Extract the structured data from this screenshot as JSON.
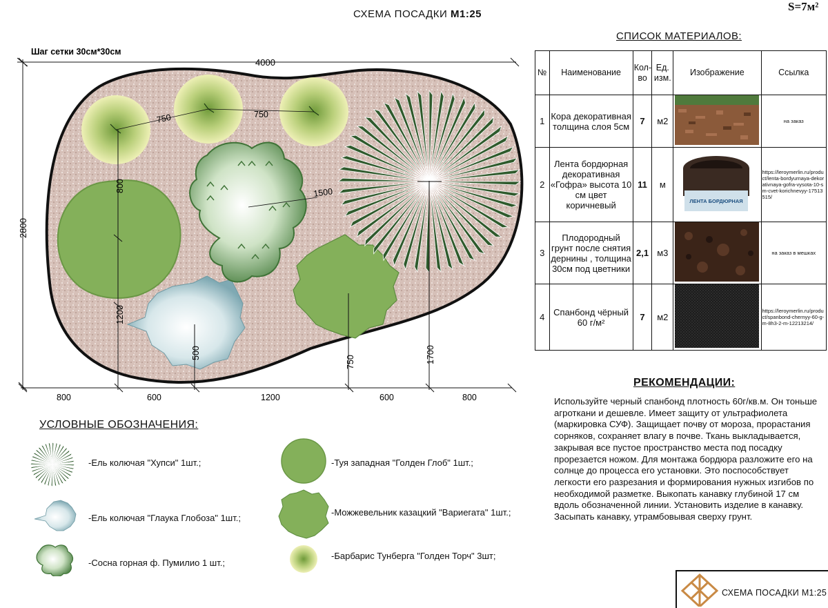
{
  "header": {
    "title_prefix": "СХЕМА ПОСАДКИ",
    "title_scale": "М1:25",
    "area": "S=7м²"
  },
  "plan": {
    "grid_step": "Шаг сетки 30см*30см",
    "dims": {
      "top": "4000",
      "left": "2800",
      "bottom": [
        "800",
        "600",
        "1200",
        "600",
        "800"
      ],
      "d750_a": "750",
      "d750_b": "750",
      "d800": "800",
      "d1500": "1500",
      "d1200": "1200",
      "d500": "500",
      "d750_c": "750",
      "d1700": "1700"
    },
    "colors": {
      "bark": "#d6c0b8",
      "border": "#111111",
      "light_plant": "#e6e7a6",
      "mid_green": "#84b05a",
      "dark_green": "#2f5a2c",
      "spruce_blue": "#bcd6dc"
    }
  },
  "materials": {
    "title": "СПИСОК МАТЕРИАЛОВ:",
    "headers": [
      "№",
      "Наименование",
      "Кол-во",
      "Ед. изм.",
      "Изображение",
      "Ссылка"
    ],
    "rows": [
      {
        "n": "1",
        "name": "Кора декоративная толщина слоя 5см",
        "qty": "7",
        "unit": "м2",
        "image": "bark-photo",
        "link": "на заказ"
      },
      {
        "n": "2",
        "name": "Лента бордюрная декоративная «Гофра» высота 10 см цвет коричневый",
        "qty": "11",
        "unit": "м",
        "image": "border-tape-photo",
        "image_caption": "ЛЕНТА БОРДЮРНАЯ",
        "link": "https://leroymerlin.ru/product/lenta-bordyurnaya-dekorativnaya-gofra-vysota-10-sm-cvet-korichnevyy-17513515/"
      },
      {
        "n": "3",
        "name": "Плодородный грунт после снятия дернины , толщина 30см под цветники",
        "qty": "2,1",
        "unit": "м3",
        "image": "soil-photo",
        "link": "на заказ в мешках"
      },
      {
        "n": "4",
        "name": "Спанбонд чёрный 60 г/м²",
        "qty": "7",
        "unit": "м2",
        "image": "spunbond-photo",
        "link": "https://leroymerlin.ru/product/spanbond-chernyy-60-g-m-8h3-2-m-12213214/"
      }
    ]
  },
  "recommendations": {
    "title": "РЕКОМЕНДАЦИИ:",
    "text": "Используйте черный спанбонд плотность 60г/кв.м. Он тоньше агроткани и дешевле. Имеет защиту от ультрафиолета (маркировка СУФ). Защищает почву от мороза, прорастания сорняков, сохраняет влагу в почве. Ткань выкладывается, закрывая все пустое пространство места под посадку прорезается ножом. Для монтажа бордюра разложите его на солнце до процесса его установки. Это поспособствует легкости его разрезания и формирования нужных изгибов по необходимой разметке. Выкопать канавку глубиной 17 см вдоль обозначенной линии. Установить изделие в канавку.  Засыпать канавку, утрамбовывая сверху грунт."
  },
  "legend": {
    "title": "УСЛОВНЫЕ ОБОЗНАЧЕНИЯ:",
    "items": [
      "-Ель колючая \"Хупси\"  1шт.;",
      "-Ель колючая \"Глаука Глобоза\" 1шт.;",
      "-Сосна горная ф. Пумилио 1 шт.;",
      "-Туя западная \"Голден Глоб\" 1шт.;",
      "-Можжевельник казацкий \"Вариегата\" 1шт.;",
      "-Барбарис Тунберга \"Голден Торч\" 3шт;"
    ]
  },
  "stamp": {
    "text": "СХЕМА ПОСАДКИ М1:25",
    "logo": "lattice-diamond-logo"
  }
}
